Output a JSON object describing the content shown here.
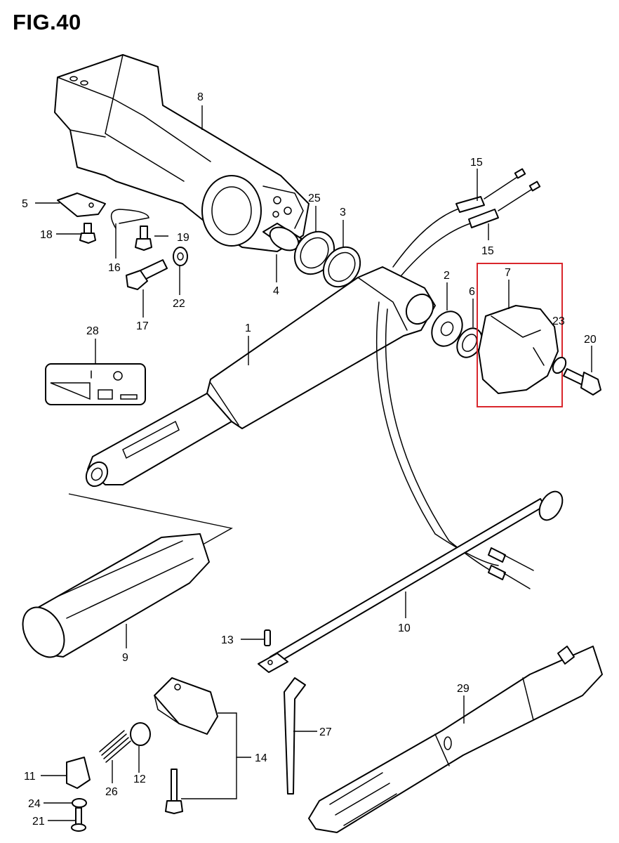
{
  "figure": {
    "title": "FIG.40",
    "highlight_color": "#d9262c"
  },
  "callouts": {
    "n1": "1",
    "n2": "2",
    "n3": "3",
    "n4": "4",
    "n5": "5",
    "n6": "6",
    "n7": "7",
    "n8": "8",
    "n9": "9",
    "n10": "10",
    "n11": "11",
    "n12": "12",
    "n13": "13",
    "n14": "14",
    "n15a": "15",
    "n15b": "15",
    "n16": "16",
    "n17": "17",
    "n18": "18",
    "n19": "19",
    "n20": "20",
    "n21": "21",
    "n22": "22",
    "n23": "23",
    "n24": "24",
    "n25": "25",
    "n26": "26",
    "n27": "27",
    "n28": "28",
    "n29": "29"
  }
}
